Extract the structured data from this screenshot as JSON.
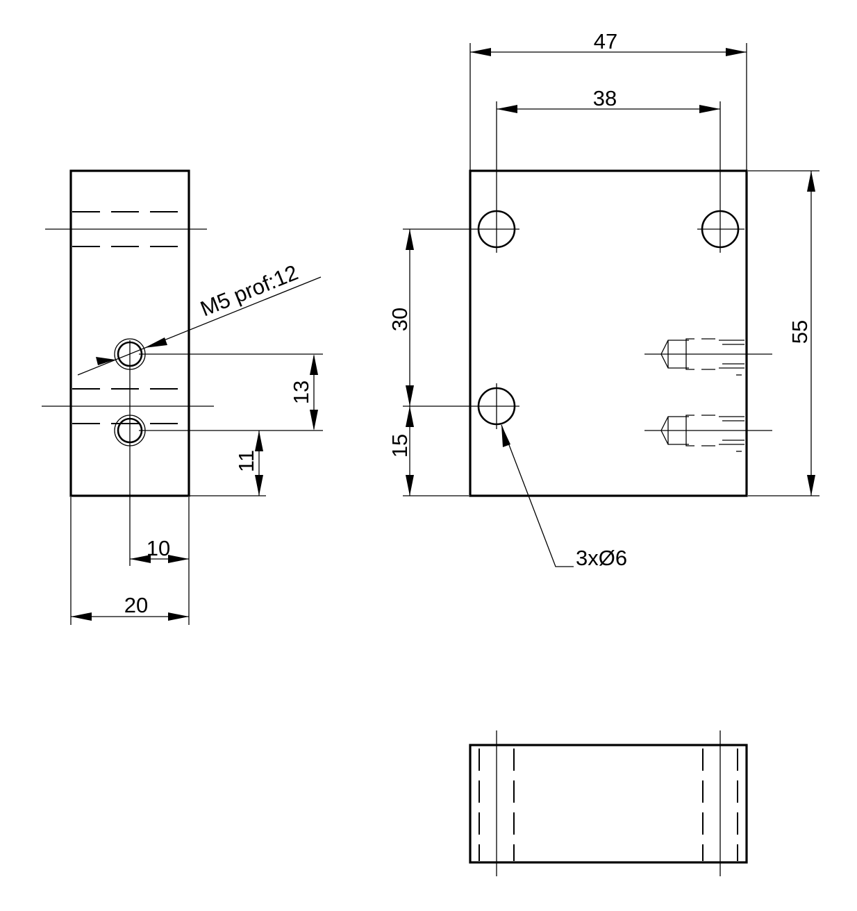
{
  "drawing": {
    "side_view": {
      "dim_width": "20",
      "dim_hole_offset": "10",
      "dim_hole_spacing": "13",
      "dim_hole_height": "11",
      "thread_callout": "M5 prof:12"
    },
    "front_view": {
      "dim_overall_width": "47",
      "dim_hole_spacing_x": "38",
      "dim_overall_height": "55",
      "dim_hole_spacing_y": "30",
      "dim_hole_height": "15",
      "hole_callout": "3xØ6"
    }
  }
}
